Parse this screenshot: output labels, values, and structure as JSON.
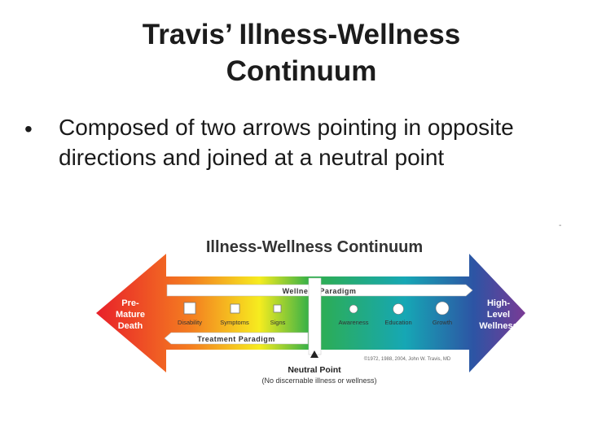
{
  "slide": {
    "title_line1": "Travis’ Illness-Wellness",
    "title_line2": "Continuum",
    "bullet_symbol": "•",
    "bullet_text": "Composed of two arrows pointing in opposite directions and joined at a neutral point",
    "corner_mark": "-"
  },
  "diagram": {
    "title": "Illness-Wellness Continuum",
    "left_end": [
      "Pre-",
      "Mature",
      "Death"
    ],
    "right_end": [
      "High-",
      "Level",
      "Wellness"
    ],
    "wellness_paradigm": "Wellness Paradigm",
    "treatment_paradigm": "Treatment Paradigm",
    "illness_stages": [
      "Disability",
      "Symptoms",
      "Signs"
    ],
    "wellness_stages": [
      "Awareness",
      "Education",
      "Growth"
    ],
    "copyright": "©1972, 1988, 2004, John W. Travis, MD",
    "neutral_point": "Neutral Point",
    "neutral_note": "(No discernable illness or wellness)",
    "colors": {
      "red": "#e8202a",
      "orange": "#f47d20",
      "yellow": "#f6ec1f",
      "green": "#2fae49",
      "teal": "#16a7b5",
      "blue": "#2d54a4",
      "violet": "#7a3a95"
    }
  }
}
